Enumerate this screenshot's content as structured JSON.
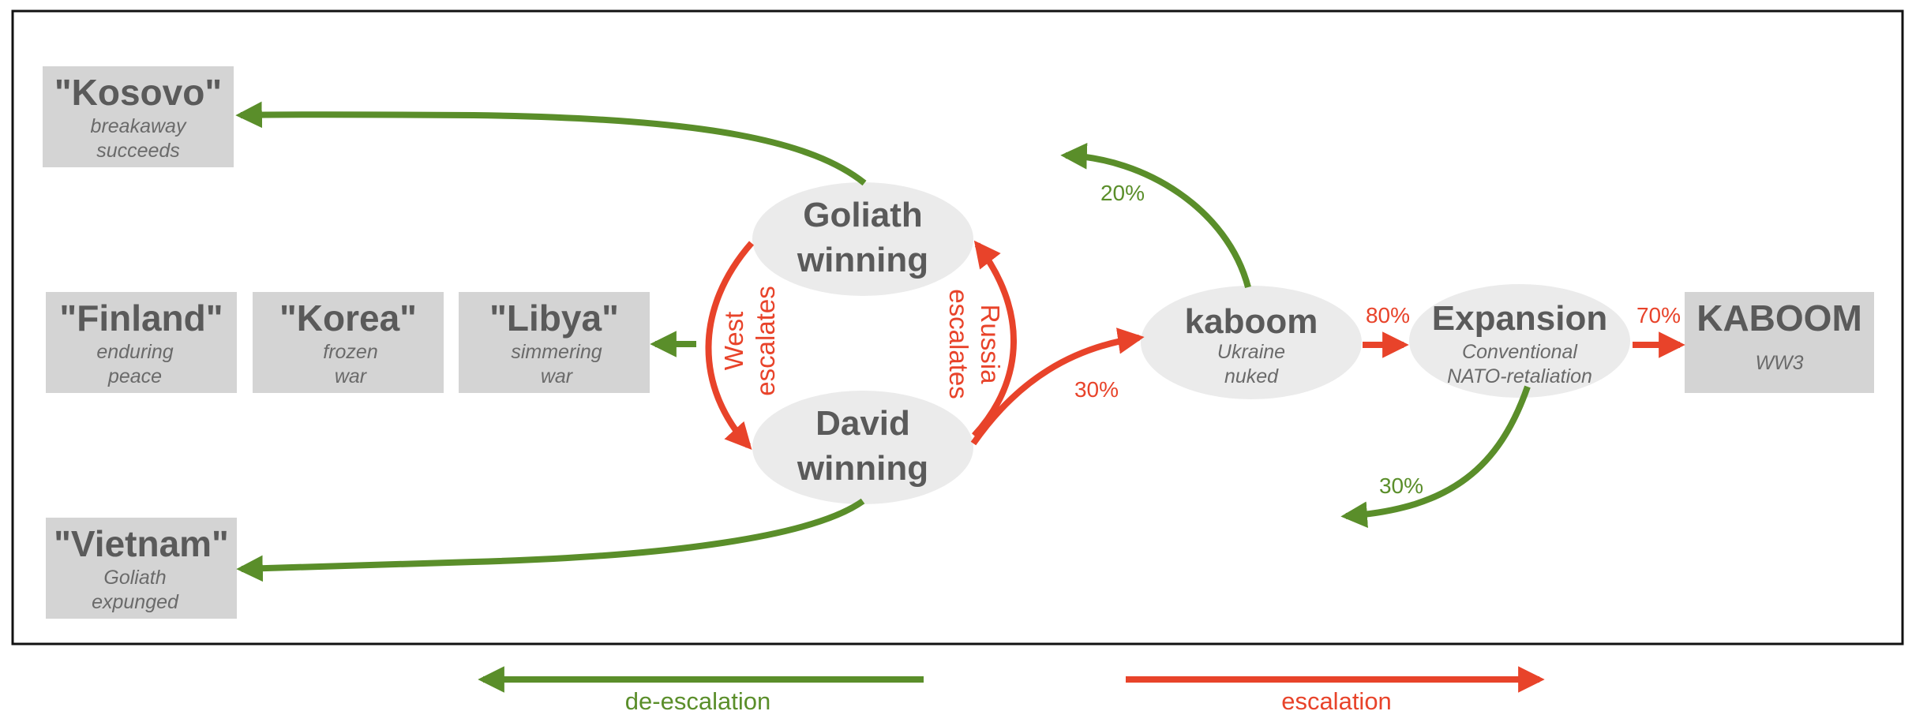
{
  "colors": {
    "green": "#5a8e2a",
    "red": "#e8432a",
    "box_fill": "#d4d4d4",
    "node_fill": "#ebebeb",
    "text_dark": "#5a5a5a",
    "text_sub": "#6a6a6a",
    "frame": "#111111"
  },
  "outcomes": {
    "kosovo": {
      "title": "\"Kosovo\"",
      "line1": "breakaway",
      "line2": "succeeds"
    },
    "finland": {
      "title": "\"Finland\"",
      "line1": "enduring",
      "line2": "peace"
    },
    "korea": {
      "title": "\"Korea\"",
      "line1": "frozen",
      "line2": "war"
    },
    "libya": {
      "title": "\"Libya\"",
      "line1": "simmering",
      "line2": "war"
    },
    "vietnam": {
      "title": "\"Vietnam\"",
      "line1": "Goliath",
      "line2": "expunged"
    },
    "kaboom_big": {
      "title": "KABOOM",
      "line1": "WW3"
    }
  },
  "nodes": {
    "goliath": {
      "line1": "Goliath",
      "line2": "winning"
    },
    "david": {
      "line1": "David",
      "line2": "winning"
    },
    "kaboom": {
      "title": "kaboom",
      "line1": "Ukraine",
      "line2": "nuked"
    },
    "expansion": {
      "title": "Expansion",
      "line1": "Conventional",
      "line2": "NATO-retaliation"
    }
  },
  "edge_labels": {
    "west_1": "West",
    "west_2": "escalates",
    "russia_1": "Russia",
    "russia_2": "escalates",
    "david_to_kaboom": "30%",
    "kaboom_deescalate": "20%",
    "kaboom_to_expansion": "80%",
    "expansion_to_kaboom": "70%",
    "expansion_deescalate": "30%"
  },
  "legend": {
    "deescalation": "de-escalation",
    "escalation": "escalation"
  }
}
